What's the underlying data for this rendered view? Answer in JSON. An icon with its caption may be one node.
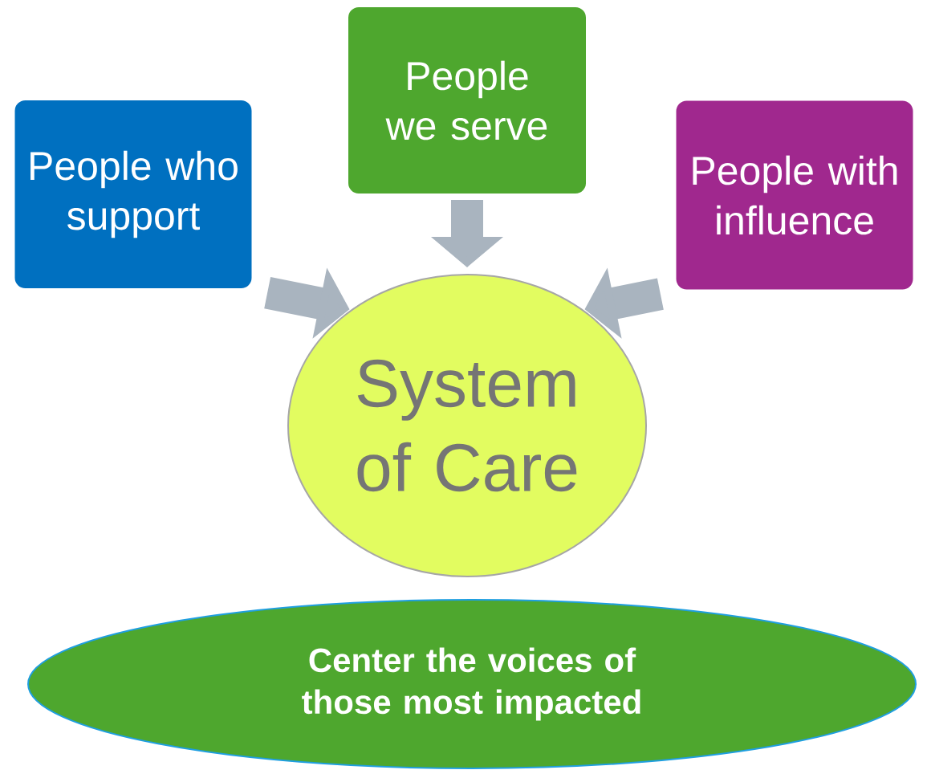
{
  "diagram": {
    "nodes": [
      {
        "text": [
          "People who support"
        ]
      },
      {
        "text": [
          "People we serve"
        ]
      },
      {
        "text": [
          "People with influence"
        ]
      },
      {
        "text": [
          "System of Care"
        ]
      },
      {
        "text": [
          "Center the voices of those most impacted"
        ]
      }
    ],
    "edges": [
      {
        "from": 0,
        "to": 3,
        "arrow": "to"
      },
      {
        "from": 1,
        "to": 3,
        "arrow": "to"
      },
      {
        "from": 2,
        "to": 3,
        "arrow": "to"
      }
    ]
  }
}
